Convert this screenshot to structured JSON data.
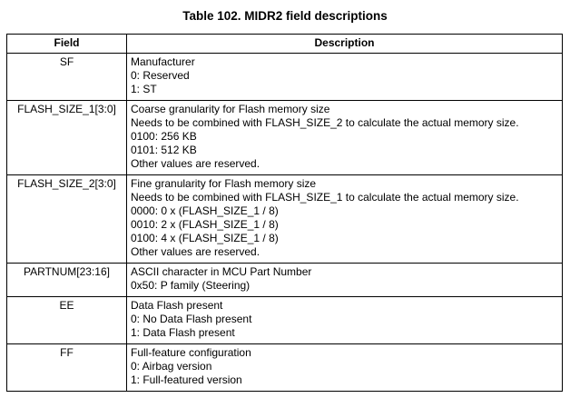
{
  "document": {
    "caption": "Table 102. MIDR2 field descriptions",
    "table": {
      "headers": {
        "field": "Field",
        "description": "Description"
      },
      "rows": [
        {
          "field": "SF",
          "lines": [
            "Manufacturer",
            "0: Reserved",
            "1: ST"
          ]
        },
        {
          "field": "FLASH_SIZE_1[3:0]",
          "lines": [
            "Coarse granularity for Flash memory size",
            "Needs to be combined with FLASH_SIZE_2 to calculate the actual memory size.",
            "0100: 256 KB",
            "0101: 512 KB",
            "Other values are reserved."
          ]
        },
        {
          "field": "FLASH_SIZE_2[3:0]",
          "lines": [
            "Fine granularity for Flash memory size",
            "Needs to be combined with FLASH_SIZE_1 to calculate the actual memory size.",
            "0000: 0 x (FLASH_SIZE_1 / 8)",
            "0010: 2 x (FLASH_SIZE_1 / 8)",
            "0100: 4 x (FLASH_SIZE_1 / 8)",
            "Other values are reserved."
          ]
        },
        {
          "field": "PARTNUM[23:16]",
          "lines": [
            "ASCII character in MCU Part Number",
            "0x50: P family (Steering)"
          ]
        },
        {
          "field": "EE",
          "lines": [
            "Data Flash present",
            "0: No Data Flash present",
            "1: Data Flash present"
          ]
        },
        {
          "field": "FF",
          "lines": [
            "Full-feature configuration",
            "0: Airbag version",
            "1: Full-featured version"
          ]
        }
      ]
    }
  }
}
